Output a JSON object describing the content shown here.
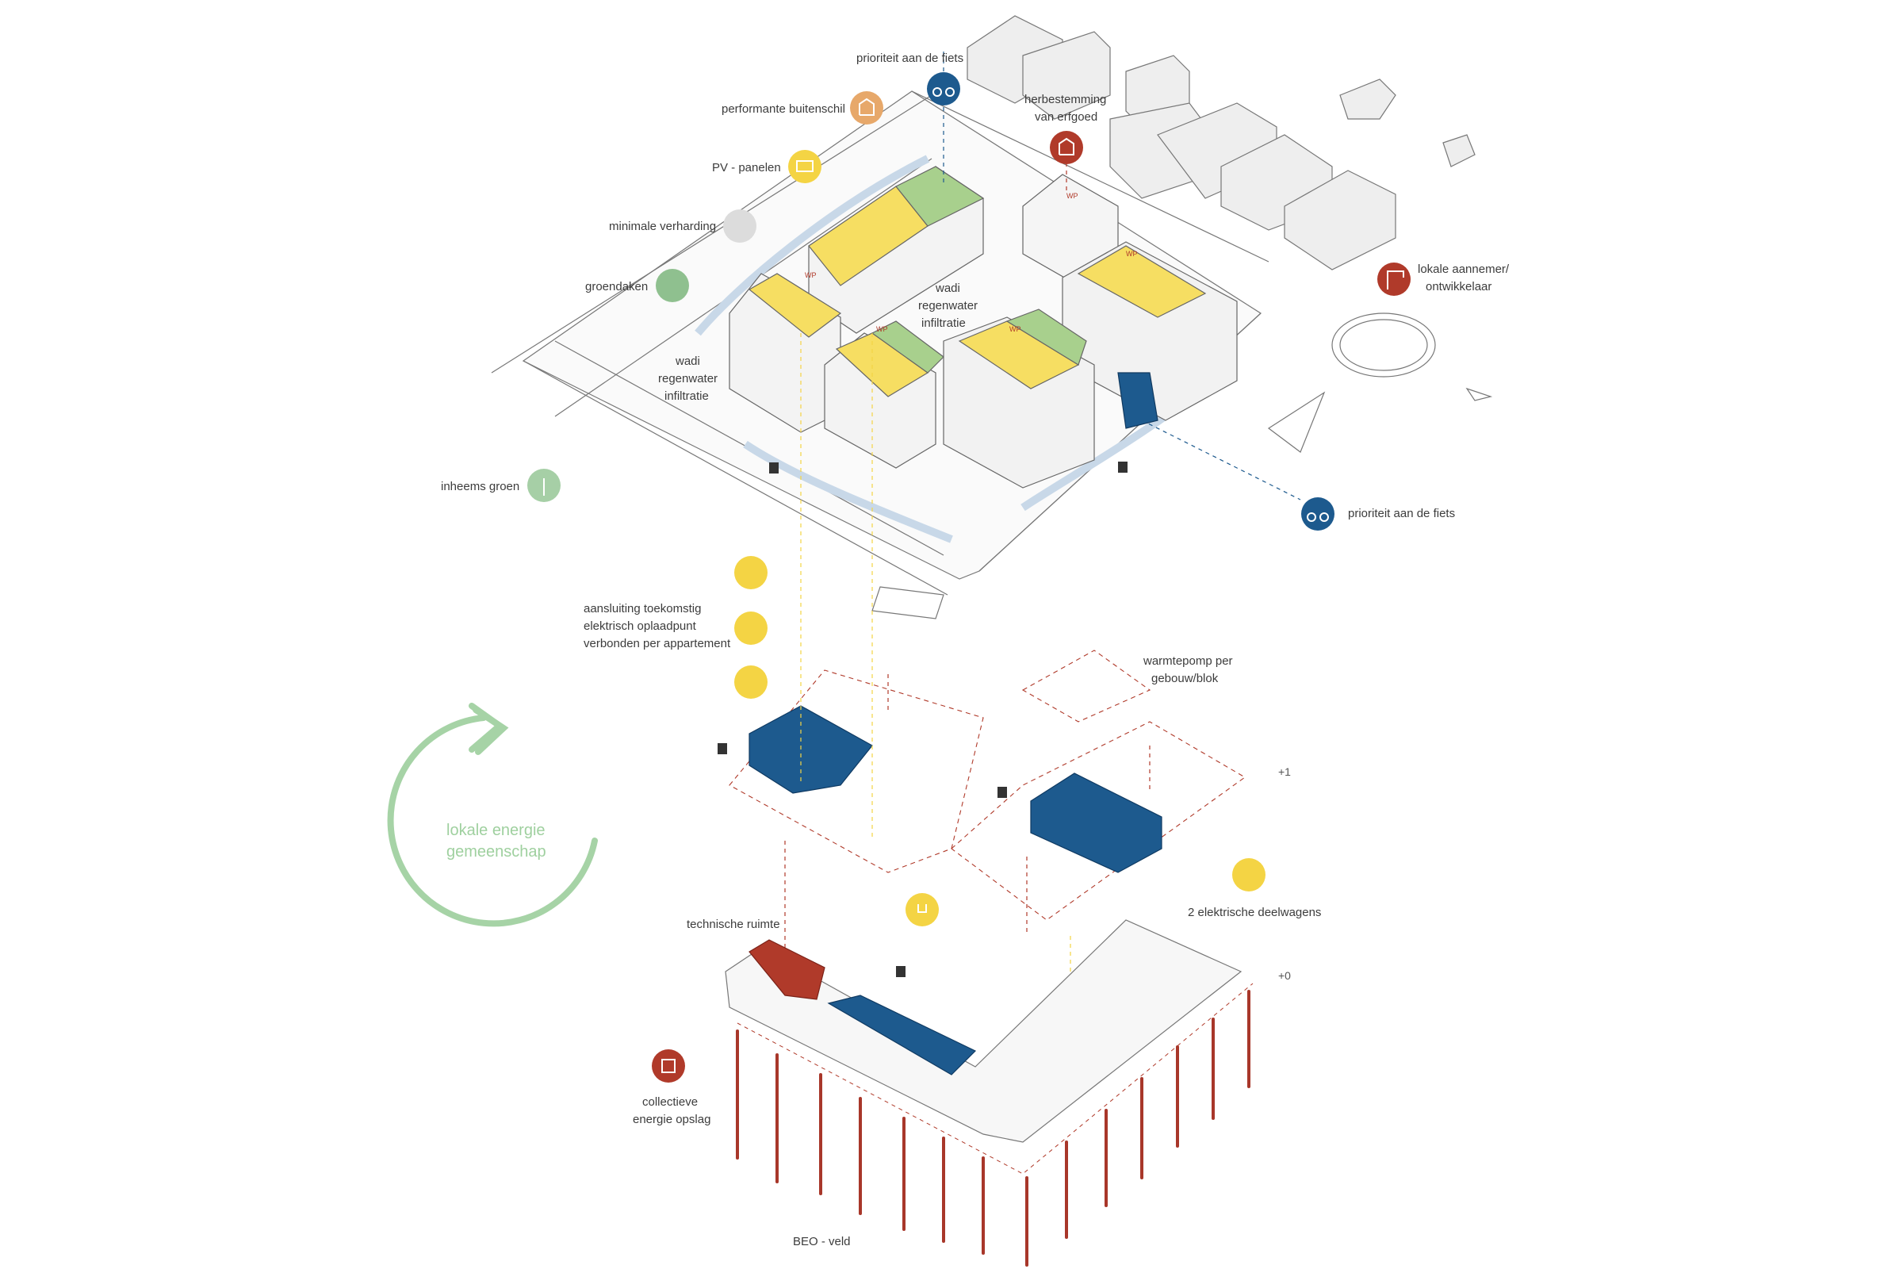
{
  "labels": {
    "prioriteit_top": "prioriteit aan de fiets",
    "performante": "performante buitenschil",
    "herbestemming_1": "herbestemming",
    "herbestemming_2": "van erfgoed",
    "pv": "PV - panelen",
    "minimale": "minimale verharding",
    "groendaken": "groendaken",
    "wadi_center_1": "wadi",
    "wadi_center_2": "regenwater",
    "wadi_center_3": "infiltratie",
    "wadi_left_1": "wadi",
    "wadi_left_2": "regenwater",
    "wadi_left_3": "infiltratie",
    "lokale_aannemer_1": "lokale aannemer/",
    "lokale_aannemer_2": "ontwikkelaar",
    "inheems": "inheems groen",
    "prioriteit_right": "prioriteit aan de fiets",
    "aansluiting_1": "aansluiting toekomstig",
    "aansluiting_2": "elektrisch oplaadpunt",
    "aansluiting_3": "verbonden per appartement",
    "warmtepomp_1": "warmtepomp per",
    "warmtepomp_2": "gebouw/blok",
    "level_plus1": "+1",
    "level_zero": "+0",
    "lokale_energie_1": "lokale energie",
    "lokale_energie_2": "gemeenschap",
    "technische": "technische ruimte",
    "deelwagens": "2 elektrische deelwagens",
    "collectieve_1": "collectieve",
    "collectieve_2": "energie opslag",
    "beo": "BEO - veld",
    "wp_tag": "WP"
  },
  "icons": [
    {
      "name": "bike-icon",
      "color": "#1d5a8e"
    },
    {
      "name": "house-icon",
      "color": "#e7a86a"
    },
    {
      "name": "heritage-house-icon",
      "color": "#b03a2a"
    },
    {
      "name": "solar-panel-icon",
      "color": "#f4d444"
    },
    {
      "name": "paving-icon",
      "color": "#dcdcdc"
    },
    {
      "name": "green-roof-icon",
      "color": "#8fc08f"
    },
    {
      "name": "crane-icon",
      "color": "#b03a2a"
    },
    {
      "name": "tree-icon",
      "color": "#a6cfa6"
    },
    {
      "name": "charging-icon",
      "color": "#f4d444"
    },
    {
      "name": "shared-car-icon",
      "color": "#f4d444"
    },
    {
      "name": "plug-icon",
      "color": "#f4d444"
    },
    {
      "name": "battery-storage-icon",
      "color": "#b03a2a"
    }
  ],
  "colors": {
    "blue": "#1d5a8e",
    "red": "#b03a2a",
    "yellow": "#f4d444",
    "green": "#a6cfa6",
    "outline": "#6b6b6b"
  }
}
